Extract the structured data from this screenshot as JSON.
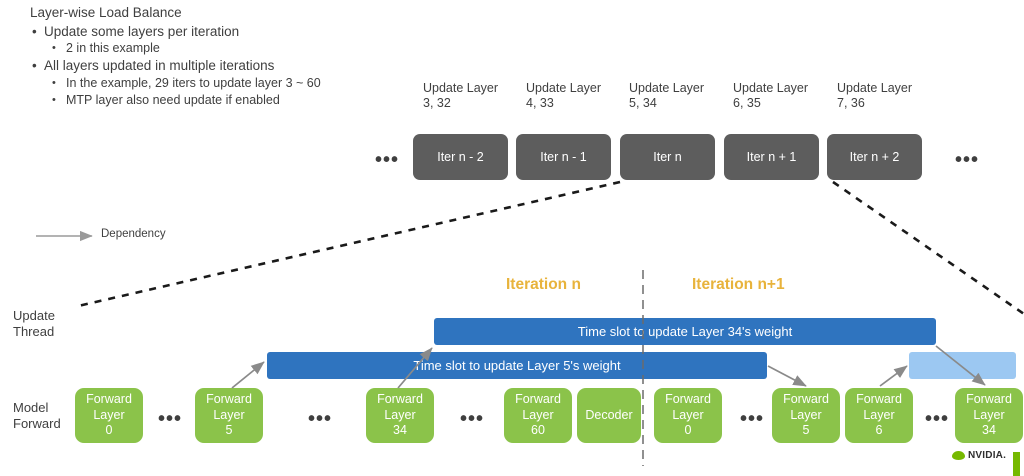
{
  "bullets": {
    "title": "Layer-wise Load Balance",
    "items": [
      {
        "level": 1,
        "text": "Update some layers per iteration"
      },
      {
        "level": 2,
        "text": "2 in this example"
      },
      {
        "level": 1,
        "text": "All layers updated in multiple iterations"
      },
      {
        "level": 2,
        "text": "In the example, 29 iters to update layer 3 ~ 60"
      },
      {
        "level": 2,
        "text": "MTP layer also need update if enabled"
      }
    ]
  },
  "update_captions": [
    {
      "line1": "Update Layer",
      "line2": "3, 32"
    },
    {
      "line1": "Update Layer",
      "line2": "4, 33"
    },
    {
      "line1": "Update Layer",
      "line2": "5, 34"
    },
    {
      "line1": "Update Layer",
      "line2": "6, 35"
    },
    {
      "line1": "Update Layer",
      "line2": "7, 36"
    }
  ],
  "iterations": {
    "leading_ellipsis": "•••",
    "trailing_ellipsis": "•••",
    "boxes": [
      {
        "label": "Iter n - 2"
      },
      {
        "label": "Iter n - 1"
      },
      {
        "label": "Iter n"
      },
      {
        "label": "Iter n + 1"
      },
      {
        "label": "Iter n + 2"
      }
    ]
  },
  "legend": {
    "dependency_label": "Dependency"
  },
  "iteration_titles": [
    {
      "label": "Iteration n"
    },
    {
      "label": "Iteration n+1"
    }
  ],
  "rows": {
    "update_thread_label_line1": "Update",
    "update_thread_label_line2": "Thread",
    "model_forward_label_line1": "Model",
    "model_forward_label_line2": "Forward"
  },
  "time_slots": [
    {
      "label": "Time slot to update Layer 34's weight"
    },
    {
      "label": "Time slot to update Layer 5's weight"
    },
    {
      "label": ""
    }
  ],
  "forward_boxes": [
    {
      "line1": "Forward",
      "line2": "Layer",
      "line3": "0"
    },
    {
      "line1": "Forward",
      "line2": "Layer",
      "line3": "5"
    },
    {
      "line1": "Forward",
      "line2": "Layer",
      "line3": "34"
    },
    {
      "line1": "Forward",
      "line2": "Layer",
      "line3": "60"
    },
    {
      "line1": "Decoder",
      "line2": "",
      "line3": ""
    },
    {
      "line1": "Forward",
      "line2": "Layer",
      "line3": "0"
    },
    {
      "line1": "Forward",
      "line2": "Layer",
      "line3": "5"
    },
    {
      "line1": "Forward",
      "line2": "Layer",
      "line3": "6"
    },
    {
      "line1": "Forward",
      "line2": "Layer",
      "line3": "34"
    }
  ],
  "forward_ellipses": [
    {
      "text": "•••"
    },
    {
      "text": "•••"
    },
    {
      "text": "•••"
    },
    {
      "text": "•••"
    },
    {
      "text": "•••"
    }
  ],
  "brand": {
    "name": "NVIDIA."
  },
  "colors": {
    "green_box": "#8bc34a",
    "blue_bar": "#2f74bf",
    "blue_bar_light": "#9cc8f2",
    "iter_box": "#5d5d5d",
    "iteration_title": "#e8b33c",
    "nvidia_green": "#76b900",
    "text": "#3f3f3f"
  }
}
